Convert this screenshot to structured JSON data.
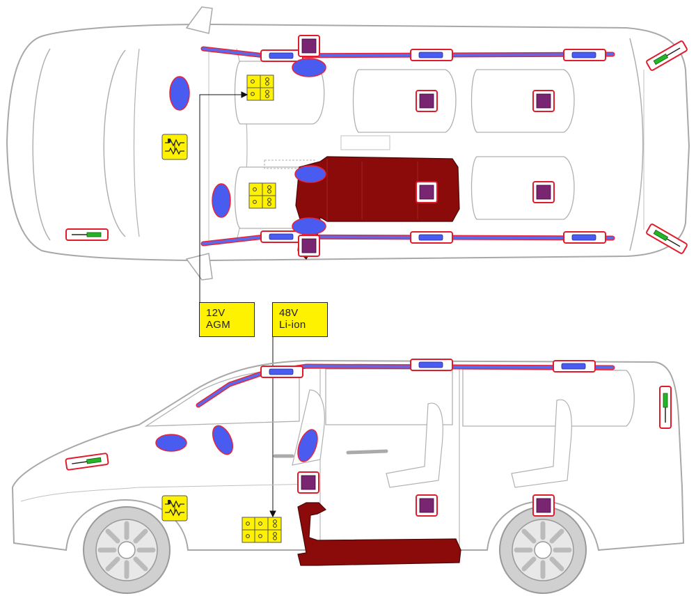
{
  "labels": {
    "battery_12v": {
      "line1": "12V",
      "line2": "AGM"
    },
    "battery_48v": {
      "line1": "48V",
      "line2": "Li-ion"
    }
  },
  "colors": {
    "body_outline": "#a8a8a8",
    "curtain_airbag": "#2c3fc8",
    "curtain_band": "#d8d8f0",
    "airbag_fill": "#4a5cf0",
    "airbag_border": "#e8233a",
    "control_unit_fill": "#7a2572",
    "control_unit_border": "#e01b2b",
    "sensor_fill": "#26b526",
    "battery_fill": "#fff200",
    "hv_component": "#8b0b0b",
    "label_bg": "#fff200"
  },
  "icons": {
    "battery": "battery-pack-icon",
    "resistor": "pyro-fuse-resistor-icon",
    "airbag": "airbag-ellipse-icon",
    "control_unit": "control-unit-square-icon",
    "sensor": "crash-sensor-icon"
  }
}
